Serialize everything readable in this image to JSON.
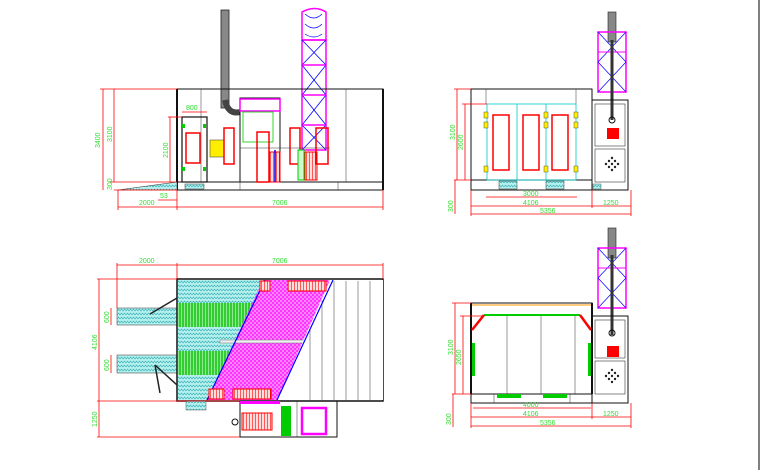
{
  "drawing": {
    "front_elevation": {
      "dims": {
        "total_height": "3400",
        "booth_height": "3100",
        "base_height": "300",
        "door_width": "800",
        "door_height": "2100",
        "ramp_length": "2000",
        "offset": "53",
        "booth_length": "7006"
      }
    },
    "side_elevation": {
      "dims": {
        "height": "3100",
        "door_height": "2600",
        "base_height": "300",
        "door_opening": "3000",
        "booth_width": "4106",
        "equipment_width": "1250",
        "total_width": "5356"
      }
    },
    "plan_view": {
      "dims": {
        "ramp_length": "2000",
        "booth_length": "7006",
        "booth_width": "4106",
        "track_width_1": "600",
        "track_width_2": "600",
        "equipment_depth": "1250"
      }
    },
    "section_view": {
      "dims": {
        "height": "3100",
        "inner_height": "2650",
        "base_height": "300",
        "inner_width": "4000",
        "booth_width": "4106",
        "equipment_width": "1250",
        "total_width": "5356"
      }
    },
    "colors": {
      "dimension_line": "#ff0000",
      "dimension_text": "#33dd33",
      "filter": "#ff00ff",
      "grating": "#33cccc",
      "light": "#00cc00",
      "frame": "#0000ff",
      "fan": "#ff0000",
      "yellow": "#ffee00"
    }
  }
}
